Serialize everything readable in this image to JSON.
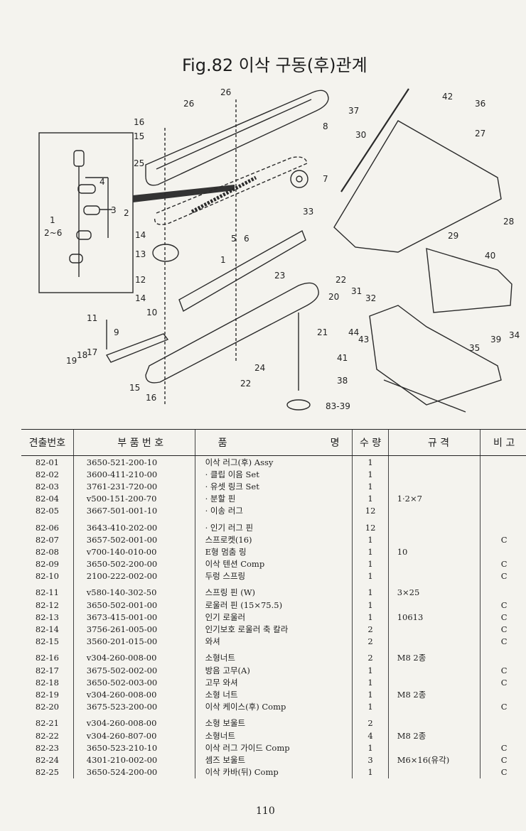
{
  "title": "Fig.82 이삭 구동(후)관계",
  "callouts": [
    "26",
    "26",
    "16",
    "15",
    "25",
    "8",
    "37",
    "30",
    "42",
    "36",
    "27",
    "7",
    "28",
    "33",
    "29",
    "40",
    "14",
    "13",
    "12",
    "14",
    "5",
    "6",
    "1",
    "23",
    "22",
    "31",
    "32",
    "20",
    "21",
    "44",
    "43",
    "41",
    "35",
    "39",
    "34",
    "11",
    "9",
    "10",
    "17",
    "18",
    "19",
    "24",
    "22",
    "15",
    "16",
    "38",
    "83-39",
    "4",
    "3",
    "2",
    "1",
    "2~6"
  ],
  "table": {
    "headers": {
      "no": "견출번호",
      "part_no": "부 품 번 호",
      "name_left": "품",
      "name_right": "명",
      "qty": "수 량",
      "spec": "규 격",
      "remark": "비 고"
    },
    "rows": [
      {
        "no": "82-01",
        "part_no": "3650-521-200-10",
        "name": "이삭 러그(후) Assy",
        "qty": "1",
        "spec": "",
        "remark": ""
      },
      {
        "no": "82-02",
        "part_no": "3600-411-210-00",
        "name": "· 클립 이음 Set",
        "qty": "1",
        "spec": "",
        "remark": ""
      },
      {
        "no": "82-03",
        "part_no": "3761-231-720-00",
        "name": "· 유셋 링크 Set",
        "qty": "1",
        "spec": "",
        "remark": ""
      },
      {
        "no": "82-04",
        "part_no": "v500-151-200-70",
        "name": "· 분할 핀",
        "qty": "1",
        "spec": "1·2×7",
        "remark": ""
      },
      {
        "no": "82-05",
        "part_no": "3667-501-001-10",
        "name": "· 이송 러그",
        "qty": "12",
        "spec": "",
        "remark": ""
      },
      {
        "no": "82-06",
        "part_no": "3643-410-202-00",
        "name": "· 인기 러그 핀",
        "qty": "12",
        "spec": "",
        "remark": "",
        "gap": true
      },
      {
        "no": "82-07",
        "part_no": "3657-502-001-00",
        "name": "스프로켓(16)",
        "qty": "1",
        "spec": "",
        "remark": "C"
      },
      {
        "no": "82-08",
        "part_no": "v700-140-010-00",
        "name": "E형 멈춤 링",
        "qty": "1",
        "spec": "10",
        "remark": ""
      },
      {
        "no": "82-09",
        "part_no": "3650-502-200-00",
        "name": "이삭 텐션 Comp",
        "qty": "1",
        "spec": "",
        "remark": "C"
      },
      {
        "no": "82-10",
        "part_no": "2100-222-002-00",
        "name": "두렁 스프링",
        "qty": "1",
        "spec": "",
        "remark": "C"
      },
      {
        "no": "82-11",
        "part_no": "v580-140-302-50",
        "name": "스프링 핀 (W)",
        "qty": "1",
        "spec": "3×25",
        "remark": "",
        "gap": true
      },
      {
        "no": "82-12",
        "part_no": "3650-502-001-00",
        "name": "로울러 핀 (15×75.5)",
        "qty": "1",
        "spec": "",
        "remark": "C"
      },
      {
        "no": "82-13",
        "part_no": "3673-415-001-00",
        "name": "인기 로울러",
        "qty": "1",
        "spec": "10613",
        "remark": "C"
      },
      {
        "no": "82-14",
        "part_no": "3756-261-005-00",
        "name": "인기보호 로울러 축 칼라",
        "qty": "2",
        "spec": "",
        "remark": "C"
      },
      {
        "no": "82-15",
        "part_no": "3560-201-015-00",
        "name": "와셔",
        "qty": "2",
        "spec": "",
        "remark": "C"
      },
      {
        "no": "82-16",
        "part_no": "v304-260-008-00",
        "name": "소형너트",
        "qty": "2",
        "spec": "M8 2종",
        "remark": "",
        "gap": true
      },
      {
        "no": "82-17",
        "part_no": "3675-502-002-00",
        "name": "방음 고무(A)",
        "qty": "1",
        "spec": "",
        "remark": "C"
      },
      {
        "no": "82-18",
        "part_no": "3650-502-003-00",
        "name": "고무 와셔",
        "qty": "1",
        "spec": "",
        "remark": "C"
      },
      {
        "no": "82-19",
        "part_no": "v304-260-008-00",
        "name": "소형 너트",
        "qty": "1",
        "spec": "M8 2종",
        "remark": ""
      },
      {
        "no": "82-20",
        "part_no": "3675-523-200-00",
        "name": "이삭 케이스(후) Comp",
        "qty": "1",
        "spec": "",
        "remark": "C"
      },
      {
        "no": "82-21",
        "part_no": "v304-260-008-00",
        "name": "소형 보울트",
        "qty": "2",
        "spec": "",
        "remark": "",
        "gap": true
      },
      {
        "no": "82-22",
        "part_no": "v304-260-807-00",
        "name": "소형너트",
        "qty": "4",
        "spec": "M8 2종",
        "remark": ""
      },
      {
        "no": "82-23",
        "part_no": "3650-523-210-10",
        "name": "이삭 러그 가이드 Comp",
        "qty": "1",
        "spec": "",
        "remark": "C"
      },
      {
        "no": "82-24",
        "part_no": "4301-210-002-00",
        "name": "셈즈 보울트",
        "qty": "3",
        "spec": "M6×16(유각)",
        "remark": "C"
      },
      {
        "no": "82-25",
        "part_no": "3650-524-200-00",
        "name": "이삭 카바(뒤) Comp",
        "qty": "1",
        "spec": "",
        "remark": "C"
      }
    ]
  },
  "page_number": "110"
}
